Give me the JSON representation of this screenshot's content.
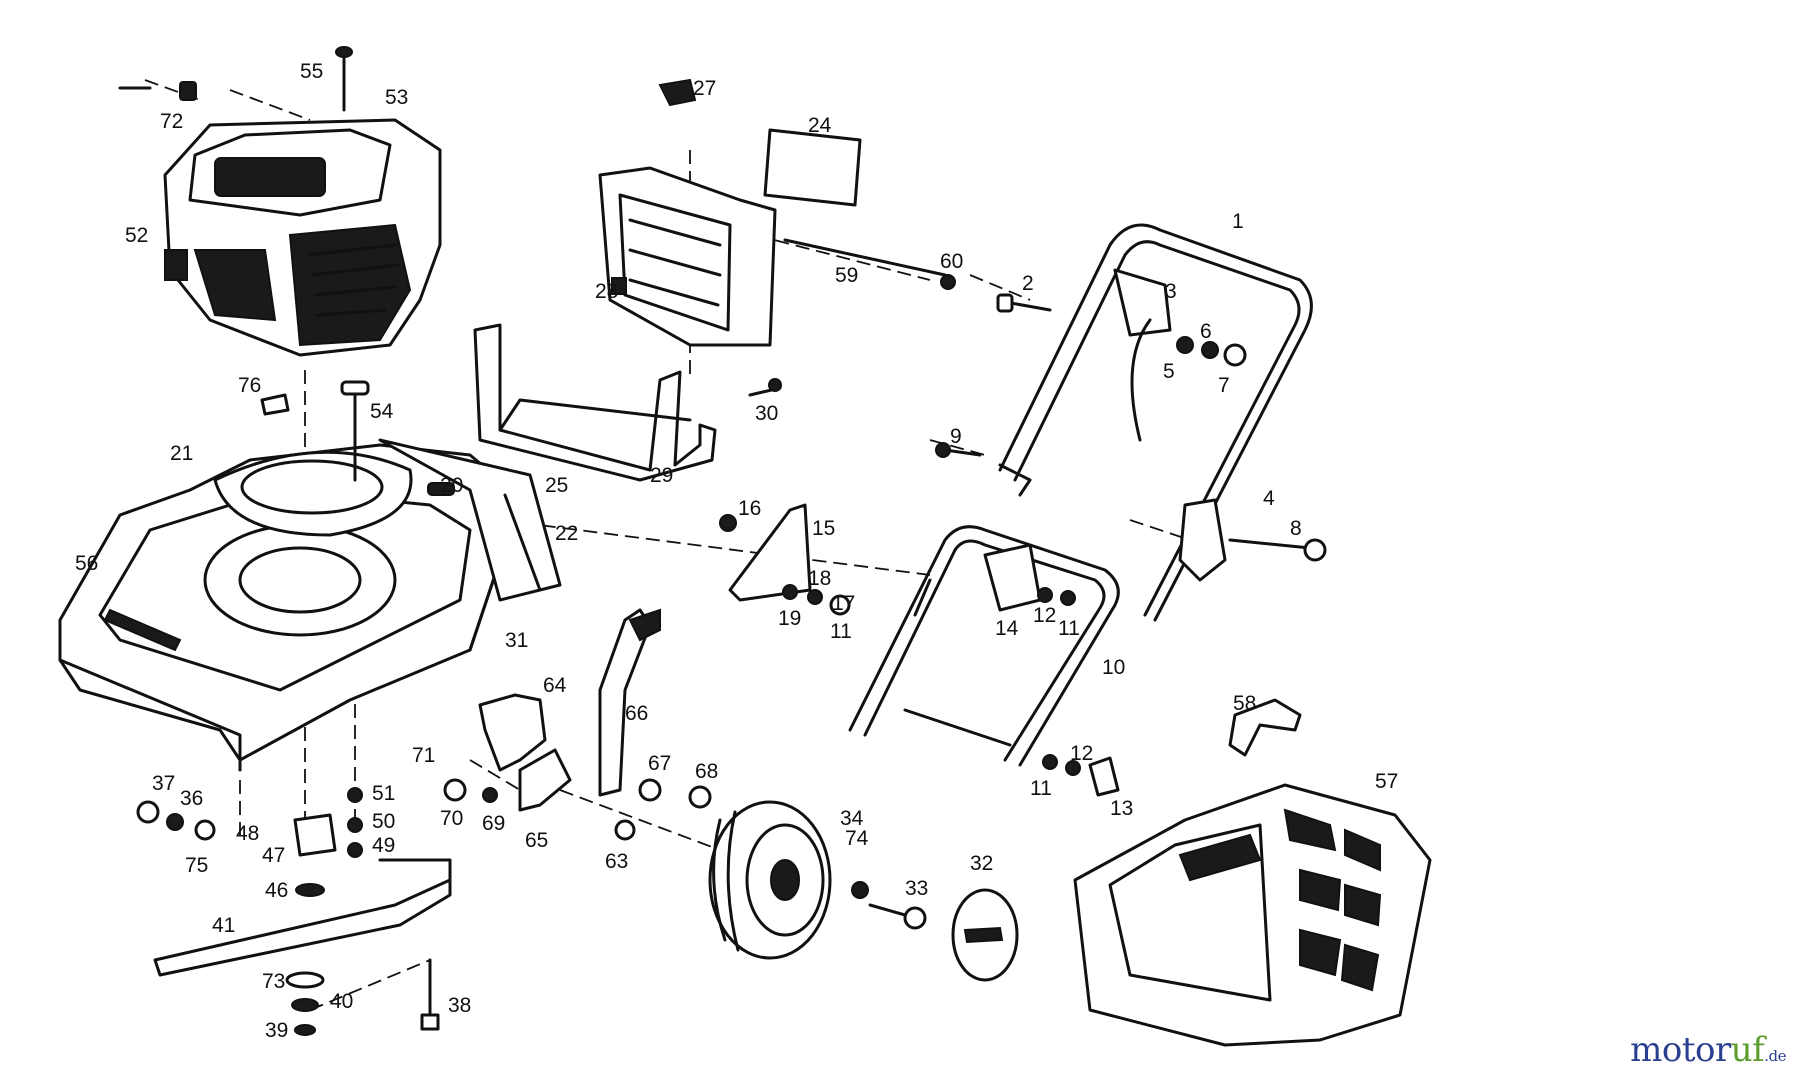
{
  "callouts": [
    "1",
    "2",
    "3",
    "4",
    "5",
    "6",
    "7",
    "8",
    "9",
    "10",
    "11",
    "12",
    "13",
    "14",
    "15",
    "16",
    "17",
    "18",
    "19",
    "20",
    "21",
    "22",
    "24",
    "25",
    "27",
    "28",
    "29",
    "30",
    "31",
    "32",
    "33",
    "34",
    "36",
    "37",
    "38",
    "39",
    "40",
    "41",
    "46",
    "47",
    "48",
    "49",
    "50",
    "51",
    "52",
    "53",
    "54",
    "55",
    "56",
    "57",
    "58",
    "59",
    "60",
    "63",
    "64",
    "65",
    "66",
    "67",
    "68",
    "69",
    "70",
    "71",
    "72",
    "73",
    "74",
    "75",
    "76"
  ],
  "watermark": {
    "main": "motor",
    "accent": "uf",
    "suffix": ".de"
  }
}
